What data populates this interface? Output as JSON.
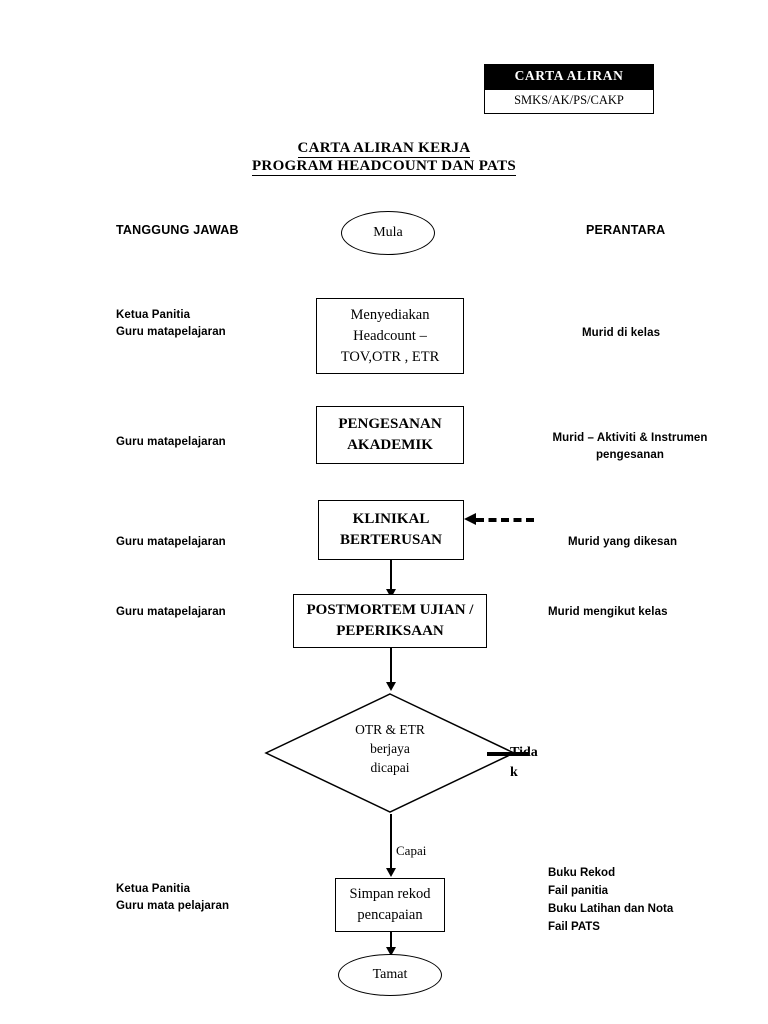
{
  "document_stamp": {
    "title": "CARTA ALIRAN",
    "code": "SMKS/AK/PS/CAKP"
  },
  "chart_title": {
    "line1": "CARTA ALIRAN KERJA",
    "line2": "PROGRAM HEADCOUNT DAN PATS "
  },
  "columns": {
    "left_heading": "TANGGUNG JAWAB",
    "right_heading": "PERANTARA"
  },
  "nodes": {
    "start": "Mula",
    "step1_line1": "Menyediakan",
    "step1_line2": "Headcount –",
    "step1_line3": "TOV,OTR , ETR",
    "step2_line1": "PENGESANAN",
    "step2_line2": "AKADEMIK",
    "step3_line1": "KLINIKAL",
    "step3_line2": "BERTERUSAN",
    "step4_line1": "POSTMORTEM UJIAN /",
    "step4_line2": "PEPERIKSAAN",
    "decision_line1": "OTR & ETR",
    "decision_line2": "berjaya",
    "decision_line3": "dicapai",
    "step5_line1": "Simpan rekod",
    "step5_line2": "pencapaian",
    "end": "Tamat"
  },
  "edge_labels": {
    "no_branch_line1": "Tida",
    "no_branch_line2": "k",
    "yes_branch": "Capai"
  },
  "responsibilities": {
    "row1_line1": "Ketua Panitia",
    "row1_line2": "Guru matapelajaran",
    "row2": "Guru matapelajaran",
    "row3": "Guru matapelajaran",
    "row4": "Guru matapelajaran",
    "row5_line1": "Ketua Panitia",
    "row5_line2": "Guru mata pelajaran"
  },
  "intermediaries": {
    "row1": "Murid di kelas",
    "row2_line1": "Murid – Aktiviti & Instrumen",
    "row2_line2": "pengesanan",
    "row3": "Murid yang dikesan",
    "row4": "Murid mengikut kelas",
    "row5_item1": "Buku Rekod",
    "row5_item2": "Fail panitia",
    "row5_item3": "Buku Latihan dan Nota",
    "row5_item4": "Fail PATS"
  }
}
